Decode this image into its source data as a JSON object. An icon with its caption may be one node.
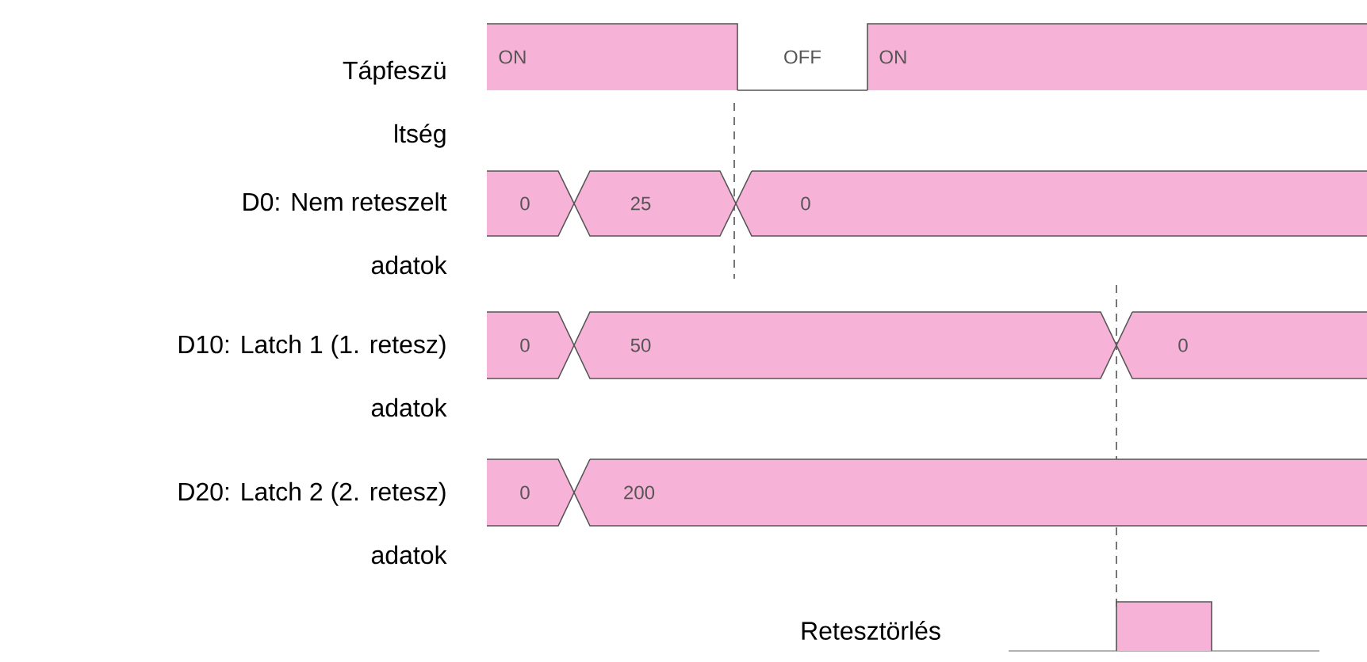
{
  "diagram": {
    "nodes": [
      {
        "text": [
          "ON"
        ]
      },
      {
        "text": [
          "OFF"
        ]
      },
      {
        "text": [
          "ON"
        ]
      },
      {
        "text": [
          "0"
        ]
      },
      {
        "text": [
          "25"
        ]
      },
      {
        "text": [
          "0"
        ]
      },
      {
        "text": [
          "0"
        ]
      },
      {
        "text": [
          "50"
        ]
      },
      {
        "text": [
          "0"
        ]
      },
      {
        "text": [
          "0"
        ]
      },
      {
        "text": [
          "200"
        ]
      },
      {
        "text": [],
        "shape": "box"
      }
    ],
    "labels": [
      "Tápfeszü ltség",
      "D0: Nem reteszelt adatok",
      "D10: Latch 1 (1. retesz) adatok",
      "D20: Latch 2 (2. retesz) adatok",
      "Retesztörlés"
    ]
  }
}
